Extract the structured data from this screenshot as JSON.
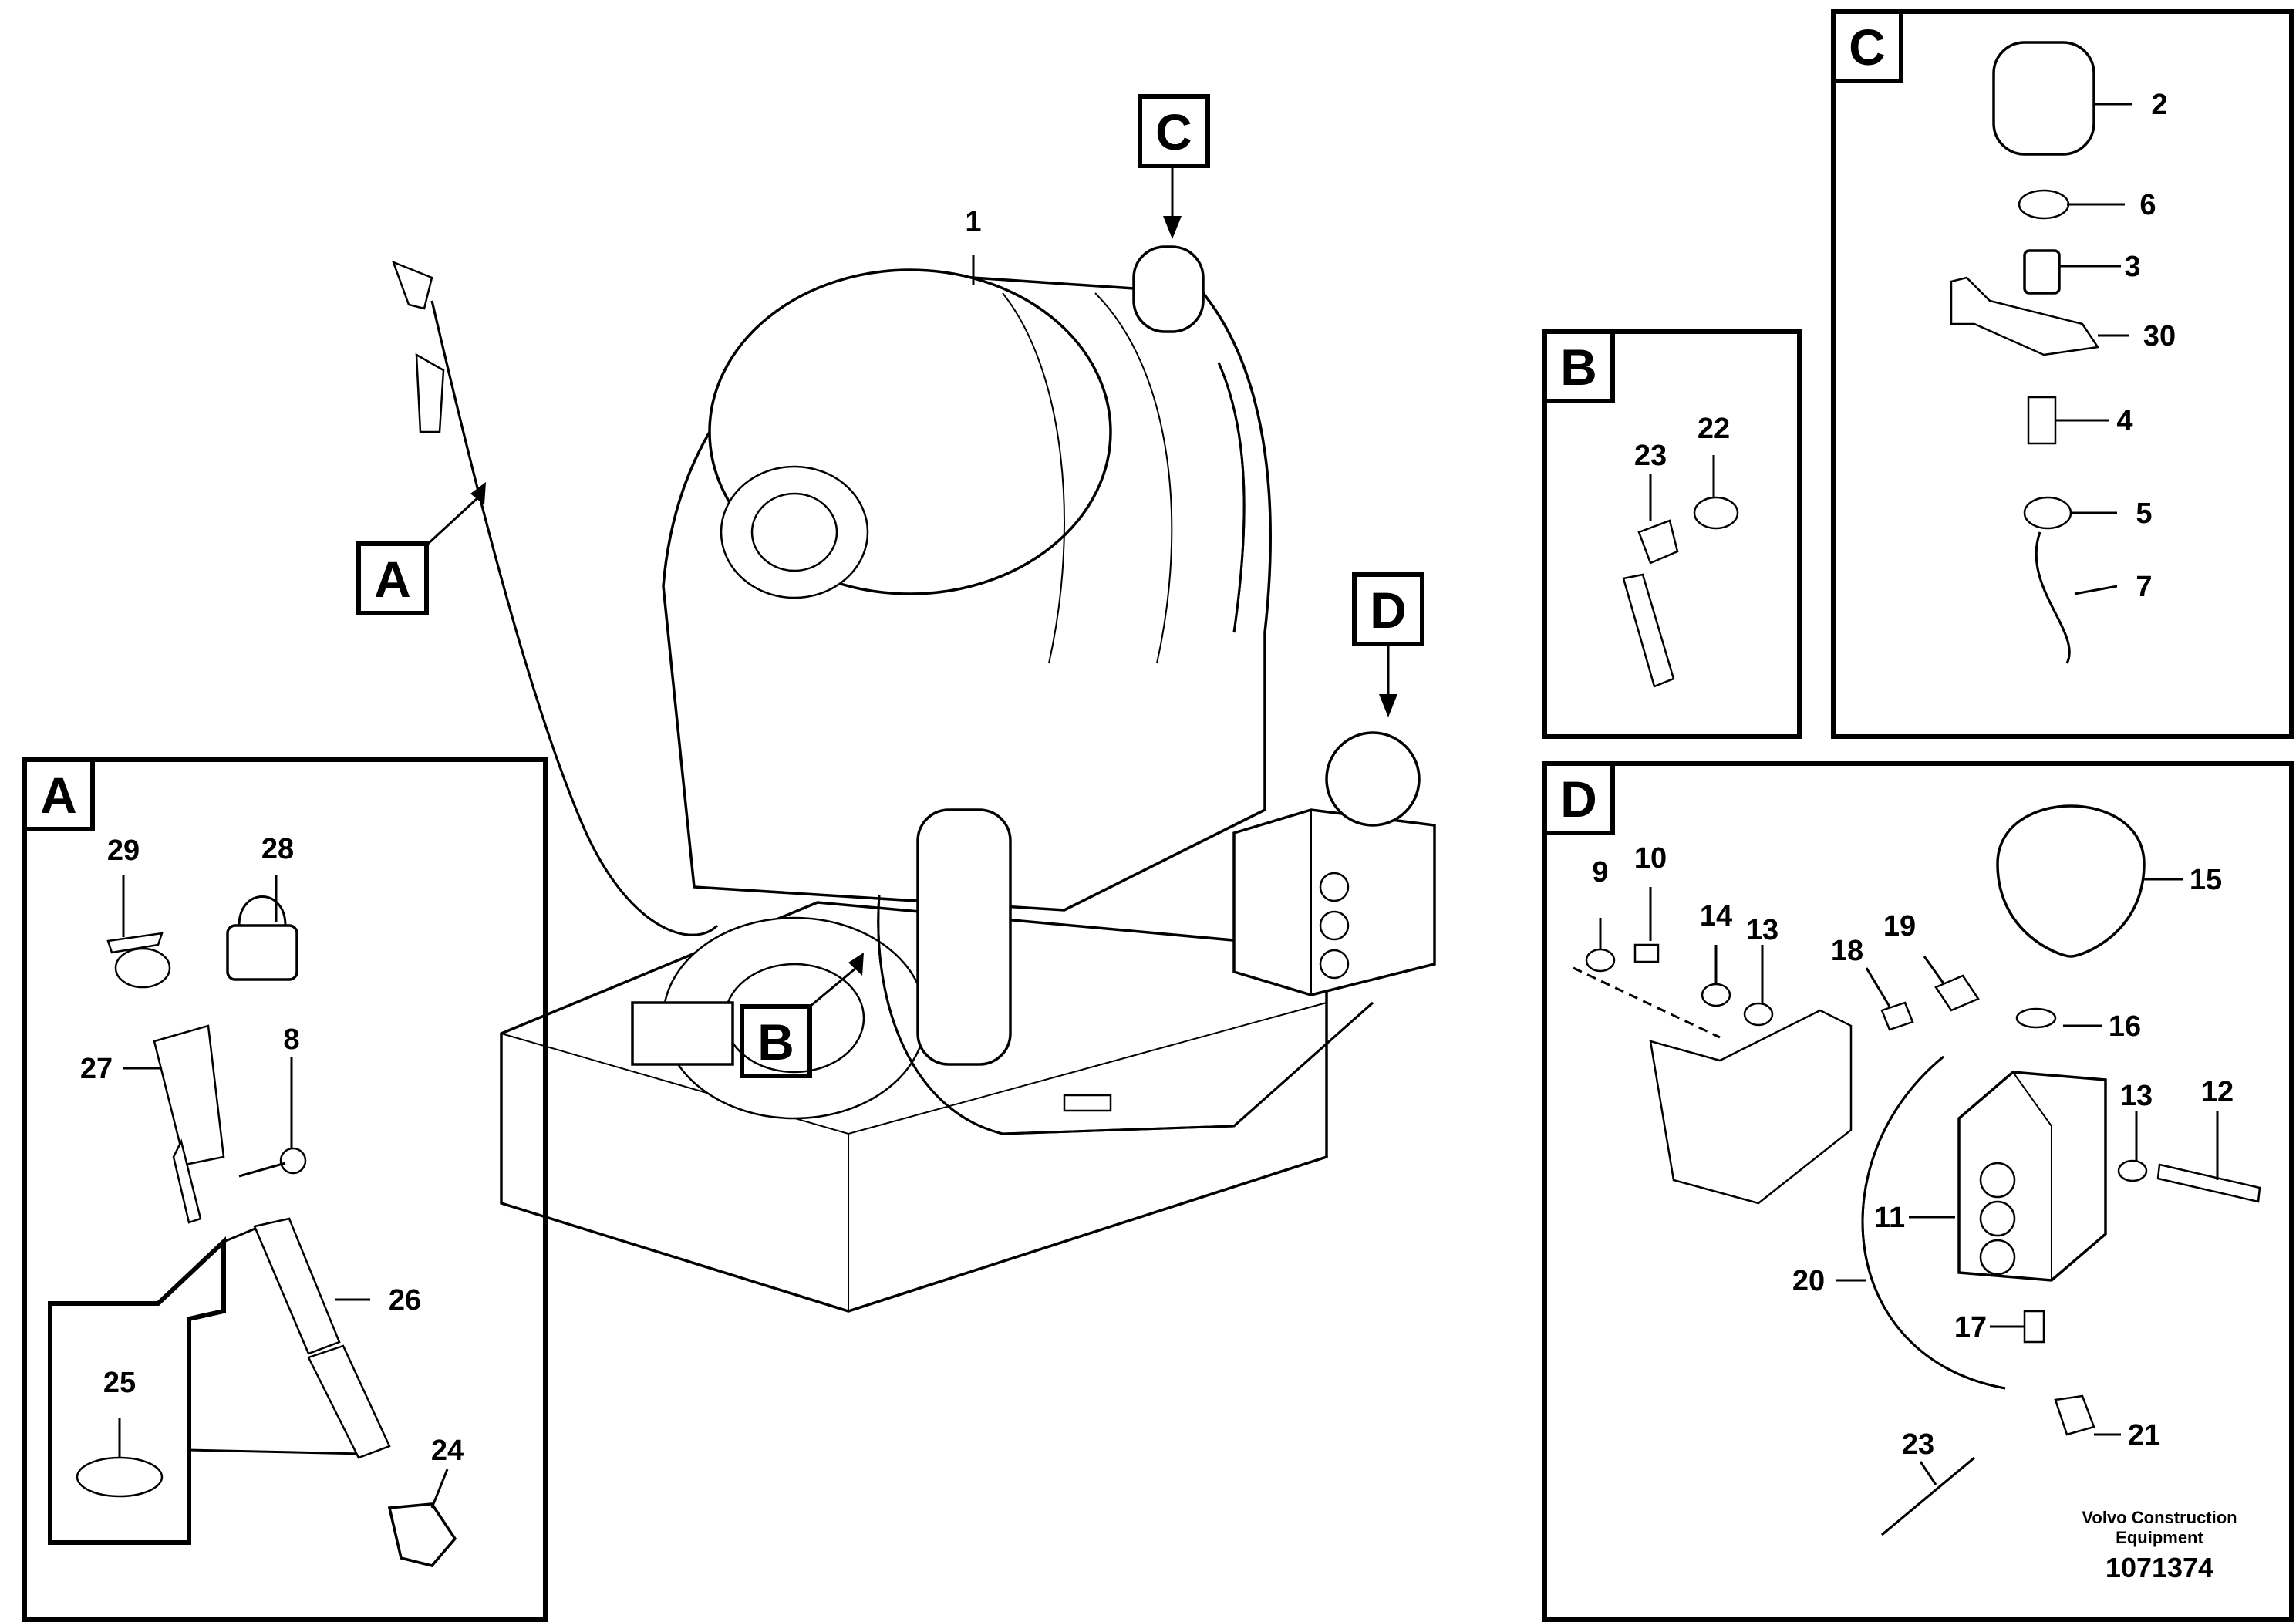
{
  "diagram": {
    "document_number": "1071374",
    "credit_line1": "Volvo Construction",
    "credit_line2": "Equipment",
    "callouts": {
      "main_A": "A",
      "main_B": "B",
      "main_C": "C",
      "main_D": "D"
    },
    "panels": {
      "A": {
        "letter": "A",
        "parts": [
          "29",
          "28",
          "27",
          "8",
          "26",
          "25",
          "24"
        ]
      },
      "B": {
        "letter": "B",
        "parts": [
          "23",
          "22"
        ]
      },
      "C": {
        "letter": "C",
        "parts": [
          "2",
          "6",
          "3",
          "30",
          "4",
          "5",
          "7"
        ]
      },
      "D": {
        "letter": "D",
        "parts": [
          "9",
          "10",
          "14",
          "13",
          "18",
          "19",
          "15",
          "16",
          "13",
          "12",
          "11",
          "20",
          "17",
          "21",
          "23"
        ]
      }
    },
    "main_part": "1"
  }
}
